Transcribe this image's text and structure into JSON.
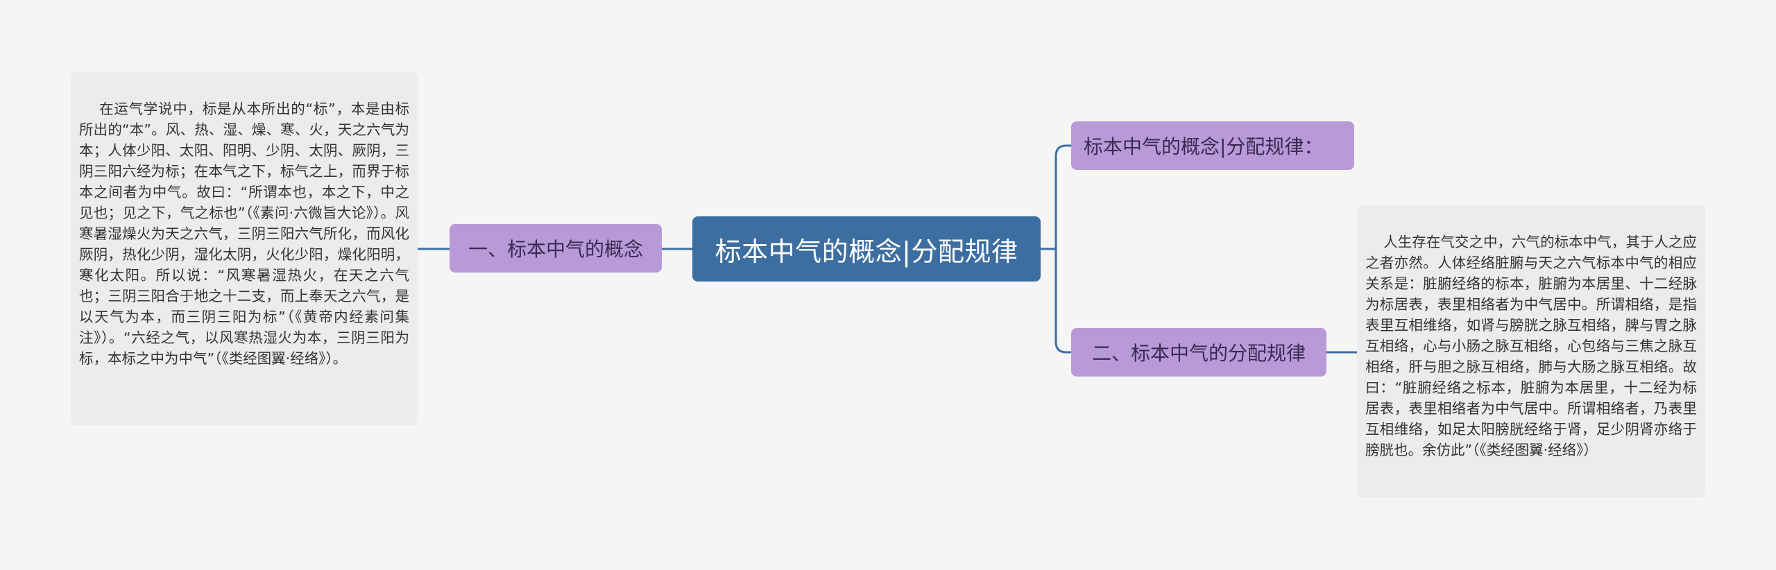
{
  "mindmap": {
    "root": {
      "label": "标本中气的概念|分配规律"
    },
    "branches": {
      "concept": {
        "label": "一、标本中气的概念",
        "detail": "在运气学说中，标是从本所出的“标”，本是由标所出的“本”。风、热、湿、燥、寒、火，天之六气为本；人体少阳、太阳、阳明、少阴、太阴、厥阴，三阴三阳六经为标；在本气之下，标气之上，而界于标本之间者为中气。故曰：“所谓本也，本之下，中之见也；见之下，气之标也”（《素问·六微旨大论》）。风寒暑湿燥火为天之六气，三阴三阳六气所化，而风化厥阴，热化少阴，湿化太阴，火化少阳，燥化阳明，寒化太阳。所以说：“风寒暑湿热火，在天之六气也；三阴三阳合于地之十二支，而上奉天之六气，是以天气为本，而三阴三阳为标”（《黄帝内经素问集注》）。“六经之气，以风寒热湿火为本，三阴三阳为标，本标之中为中气”（《类经图翼·经络》）。"
      },
      "title_repeat": {
        "label": "标本中气的概念|分配规律："
      },
      "distribution": {
        "label": "二、标本中气的分配规律",
        "detail": "人生存在气交之中，六气的标本中气，其于人之应之者亦然。人体经络脏腑与天之六气标本中气的相应关系是：脏腑经络的标本，脏腑为本居里、十二经脉为标居表，表里相络者为中气居中。所谓相络，是指表里互相维络，如肾与膀胱之脉互相络，脾与胃之脉互相络，心与小肠之脉互相络，心包络与三焦之脉互相络，肝与胆之脉互相络，肺与大肠之脉互相络。故曰：“脏腑经络之标本，脏腑为本居里，十二经为标居表，表里相络者为中气居中。所谓相络者，乃表里互相维络，如足太阳膀胱经络于肾，足少阴肾亦络于膀胱也。余仿此”（《类经图翼·经络》）"
      }
    },
    "colors": {
      "background": "#f5f5f6",
      "root_fill": "#3d6ea1",
      "branch_fill": "#b89ad9",
      "leaf_fill": "#ececec",
      "connector": "#3d6ea1"
    }
  }
}
